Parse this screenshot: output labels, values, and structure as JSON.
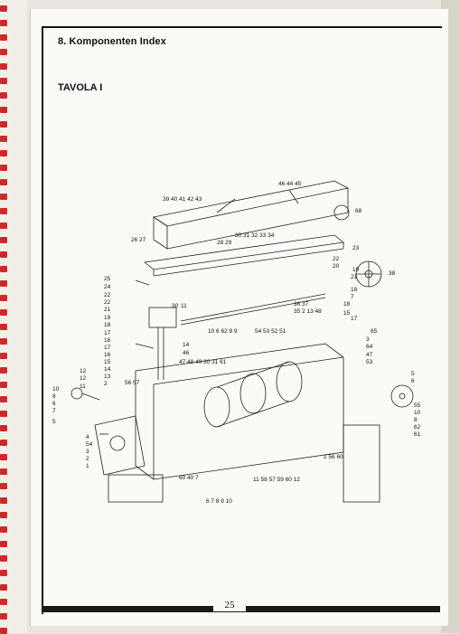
{
  "document": {
    "section_title": "8. Komponenten Index",
    "table_title": "TAVOLA I",
    "page_number": "25"
  },
  "part_labels": [
    "46 44 45",
    "39 40 41 42 43",
    "68",
    "26 27",
    "28 29",
    "30 31 32 33 34",
    "23",
    "22",
    "20",
    "19",
    "21",
    "38",
    "7",
    "25",
    "24",
    "22",
    "22",
    "21",
    "19",
    "18",
    "30",
    "11",
    "36 37",
    "35 2 13 48",
    "18",
    "17",
    "15",
    "14",
    "16",
    "17",
    "16",
    "15",
    "14",
    "10 6 62 8 9",
    "54 53 52 51",
    "65",
    "64",
    "3",
    "46",
    "13",
    "47",
    "2",
    "47 48 49 30 31 61",
    "56 57",
    "53",
    "5",
    "6",
    "55",
    "10",
    "8",
    "12",
    "11",
    "10",
    "8",
    "6",
    "7",
    "5",
    "4",
    "54",
    "3",
    "2",
    "1",
    "60 40 7",
    "6 7 8 9 10",
    "11 58 57 59 60 12",
    "2 56 60",
    "62",
    "61",
    "12",
    "18",
    "17"
  ]
}
